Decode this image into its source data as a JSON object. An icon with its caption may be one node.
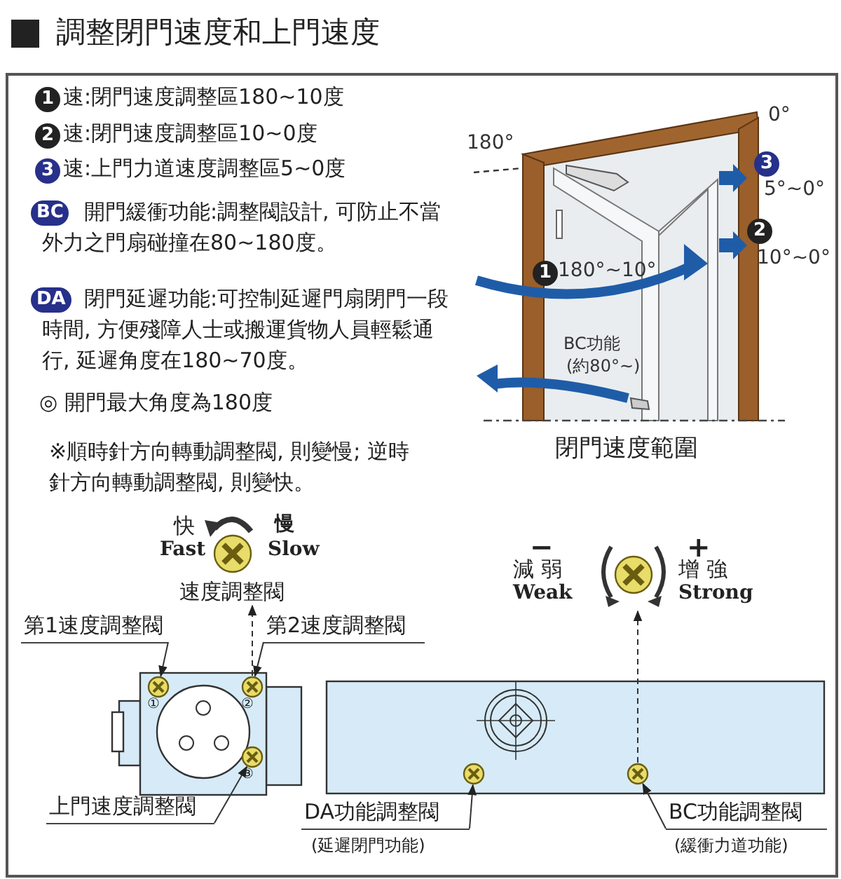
{
  "diagram": {
    "title": "調整閉門速度和上門速度",
    "nodes": [
      {
        "text": [
          "速度調整閥"
        ],
        "beside": [
          "快",
          "Fast",
          "慢",
          "Slow"
        ]
      },
      {
        "text": [],
        "shape": "circle",
        "beside": [
          "−",
          "減 弱",
          "Weak",
          "+",
          "增 強",
          "Strong"
        ]
      },
      {
        "text": [
          "第1速度調整閥"
        ]
      },
      {
        "text": [
          "第2速度調整閥"
        ]
      },
      {
        "text": [],
        "shape": "circle"
      },
      {
        "text": [],
        "shape": "circle"
      },
      {
        "text": [],
        "shape": "circle"
      },
      {
        "text": [],
        "shape": "circle"
      },
      {
        "text": [],
        "shape": "circle"
      },
      {
        "text": [
          "上門速度調整閥"
        ]
      },
      {
        "text": [
          "DA功能調整閥"
        ],
        "beside": [
          "(延遲閉門功能)"
        ]
      },
      {
        "text": [
          "BC功能調整閥"
        ],
        "beside": [
          "(緩衝力道功能)"
        ]
      }
    ],
    "edges": [
      {
        "from": 2,
        "to": 4,
        "arrow": "to"
      },
      {
        "from": 3,
        "to": 5,
        "arrow": "to"
      },
      {
        "from": 5,
        "to": 0,
        "arrow": "to",
        "style": "dashed"
      },
      {
        "from": 8,
        "to": 1,
        "arrow": "to",
        "style": "dashed"
      },
      {
        "from": 9,
        "to": 6,
        "arrow": "to"
      },
      {
        "from": 10,
        "to": 7,
        "arrow": "to"
      },
      {
        "from": 11,
        "to": 8,
        "arrow": "to"
      }
    ],
    "labels": [
      "1",
      "速:閉門速度調整區180~10度",
      "2",
      "速:閉門速度調整區10~0度",
      "3",
      "速:上門力道速度調整區5~0度",
      "BC",
      "開門緩衝功能:調整閥設計, 可防止不當外力之門扇碰撞在80~180度。",
      "DA",
      "閉門延遲功能:可控制延遲門扇閉門一段時間, 方便殘障人士或搬運貨物人員輕鬆通行, 延遲角度在180~70度。",
      "◎ 開門最大角度為180度",
      "※順時針方向轉動調整閥, 則變慢; 逆時針方向轉動調整閥, 則變快。",
      "0°",
      "180°",
      "3",
      "5°~0°",
      "2",
      "10°~0°",
      "1",
      "180°~10°",
      "BC功能",
      "(約80°~)",
      "閉門速度範圍",
      "①",
      "②",
      "③"
    ]
  }
}
